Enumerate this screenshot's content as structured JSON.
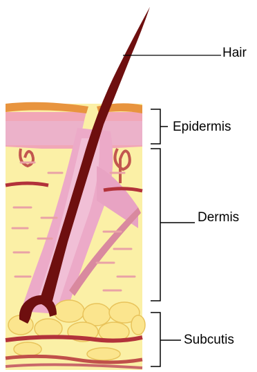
{
  "figure": {
    "labels": {
      "hair": "Hair",
      "epidermis": "Epidermis",
      "dermis": "Dermis",
      "subcutis": "Subcutis"
    }
  }
}
